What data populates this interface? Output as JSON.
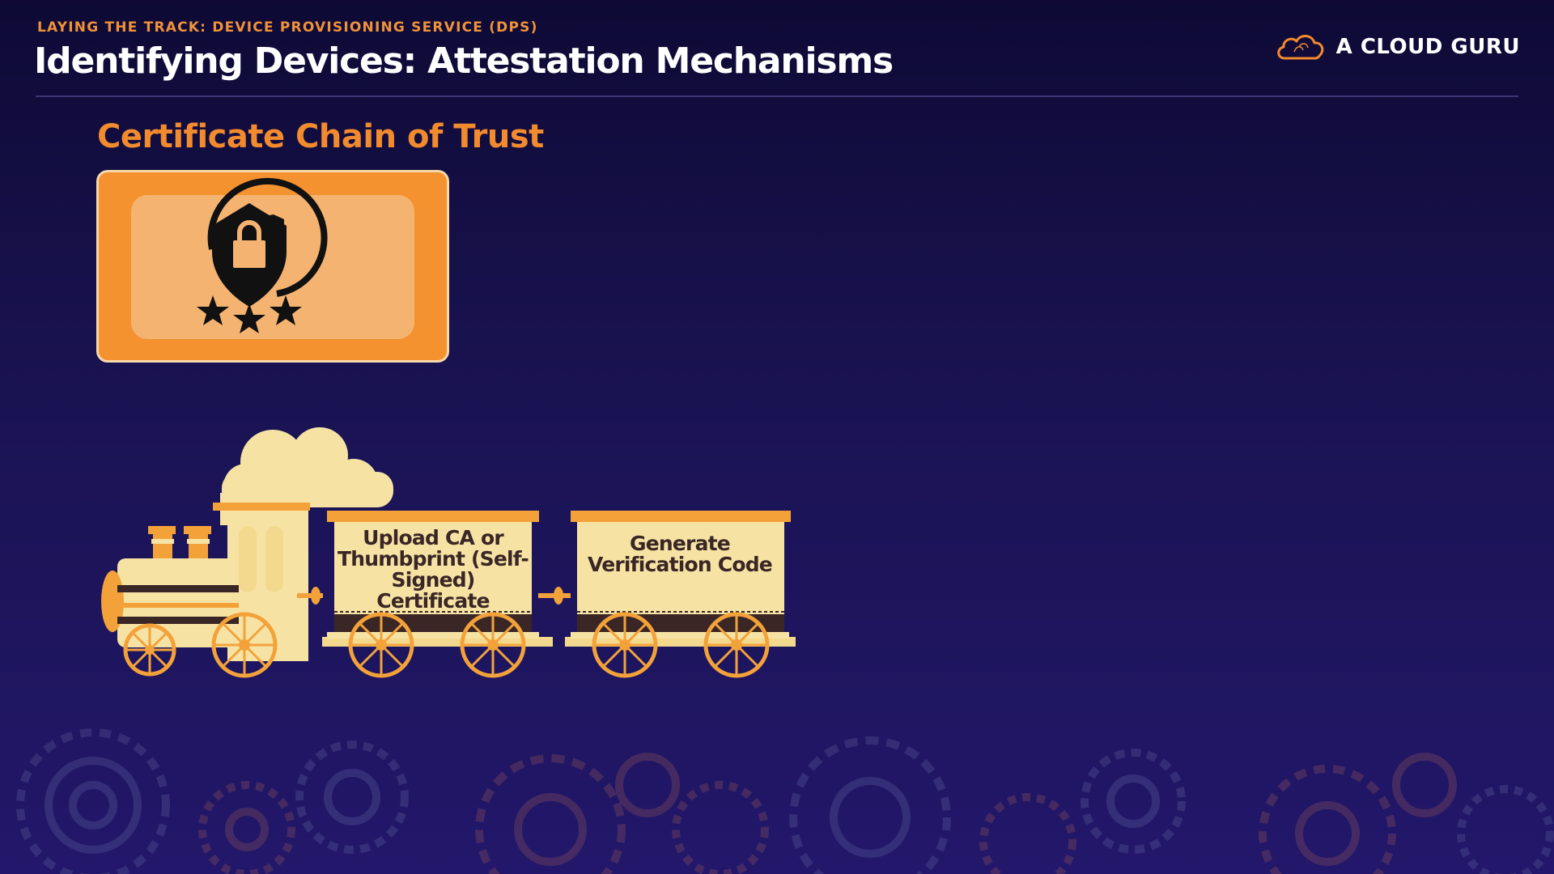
{
  "header": {
    "eyebrow": "LAYING THE TRACK: DEVICE PROVISIONING SERVICE (DPS)",
    "title": "Identifying Devices: Attestation Mechanisms"
  },
  "brand": {
    "name": "A CLOUD GURU",
    "icon": "cloud-logo-icon"
  },
  "section": {
    "title": "Certificate Chain of Trust"
  },
  "badge": {
    "icon": "shield-lock-stars-icon"
  },
  "train": {
    "cars": [
      {
        "label": "Upload CA or Thumbprint (Self-Signed) Certificate"
      },
      {
        "label": "Generate Verification Code"
      }
    ]
  },
  "colors": {
    "background": "#1a1352",
    "accent": "#f28a2e",
    "train_cream": "#f6e3a4",
    "train_orange": "#f3a23a"
  }
}
